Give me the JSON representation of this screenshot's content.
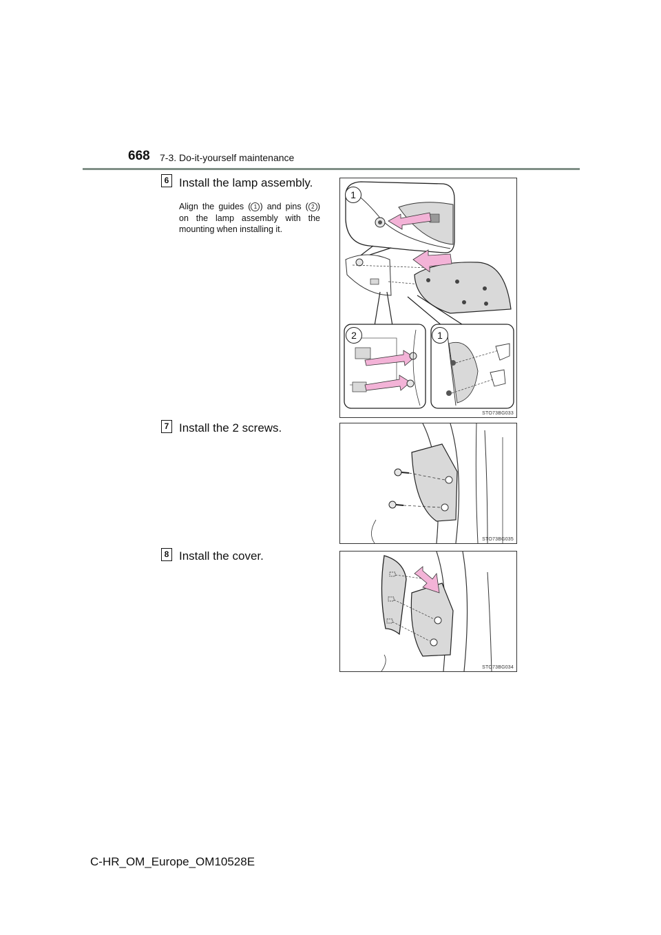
{
  "header": {
    "page_number": "668",
    "section": "7-3. Do-it-yourself maintenance"
  },
  "steps": [
    {
      "number": "6",
      "title": "Install the lamp assembly.",
      "desc_a": "Align the guides (",
      "desc_mark1": "1",
      "desc_b": ") and pins (",
      "desc_mark2": "2",
      "desc_c": ") on the lamp assembly with the mounting when installing it.",
      "figure": {
        "code": "STO73BG033",
        "callouts": [
          "1",
          "2",
          "1"
        ]
      }
    },
    {
      "number": "7",
      "title": "Install the 2 screws.",
      "figure": {
        "code": "STO73BG035"
      }
    },
    {
      "number": "8",
      "title": "Install the cover.",
      "figure": {
        "code": "STO73BG034"
      }
    }
  ],
  "colors": {
    "accent_arrow": "#f3b3d7",
    "header_rule": "#7f8f86",
    "part_fill": "#d9d9d9"
  },
  "footer": {
    "doc_id": "C-HR_OM_Europe_OM10528E"
  }
}
